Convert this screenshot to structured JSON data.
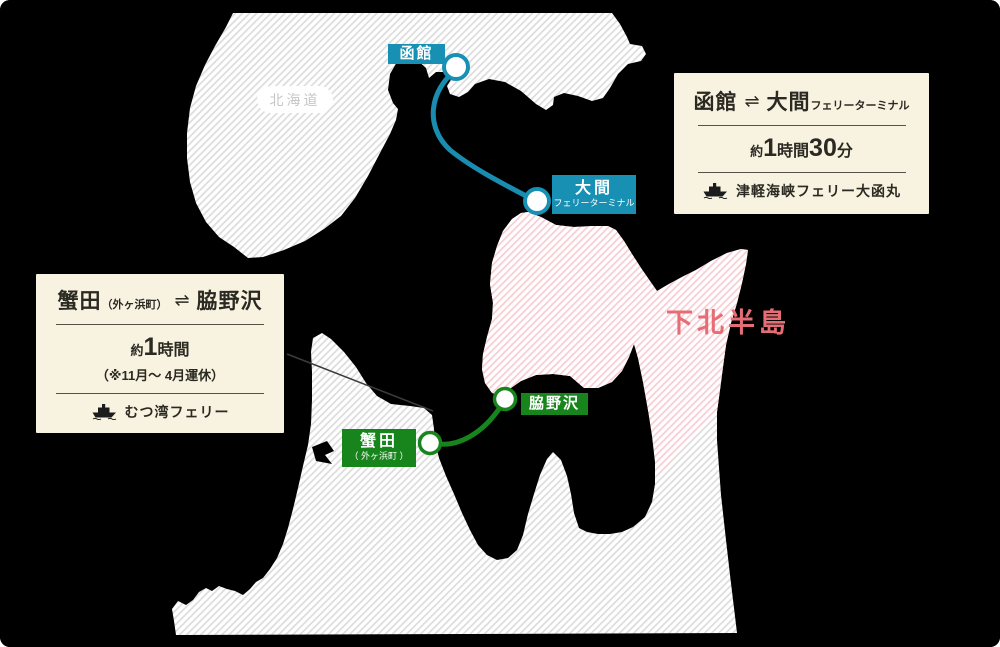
{
  "map": {
    "region_labels": {
      "hokkaido": "北海道",
      "shimokita": "下北半島"
    },
    "stations": {
      "hakodate": "函館",
      "oma_line1": "大間",
      "oma_line2": "フェリーターミナル",
      "wakinosawa": "脇野沢",
      "kanita_line1": "蟹田",
      "kanita_line2": "（ 外ヶ浜町 ）"
    }
  },
  "info_boxes": [
    {
      "from": "函館",
      "arrow": "⇌",
      "to": "大間",
      "to_suffix": "フェリーターミナル",
      "dur_prefix": "約",
      "dur_num1": "1",
      "dur_unit1": "時間",
      "dur_num2": "30",
      "dur_unit2": "分",
      "operator": "津軽海峡フェリー大函丸",
      "ferry_icon": "ferry-ship-icon"
    },
    {
      "from": "蟹田",
      "from_suffix": "（外ヶ浜町）",
      "arrow": "⇌",
      "to": "脇野沢",
      "dur_prefix": "約",
      "dur_num1": "1",
      "dur_unit1": "時間",
      "note": "（※11月〜 4月運休）",
      "operator": "むつ湾フェリー",
      "ferry_icon": "ferry-ship-icon"
    }
  ],
  "colors": {
    "sea": "#000000",
    "land_stripe": "#dcdcdc",
    "shimokita_stripe": "#f8ccd2",
    "teal_accent": "#1790b4",
    "teal_route": "#1a8cb0",
    "green_accent": "#17851c",
    "pink_text": "#e56e76",
    "info_box_bg": "#f8f3e1",
    "info_text": "#2b2a22"
  }
}
